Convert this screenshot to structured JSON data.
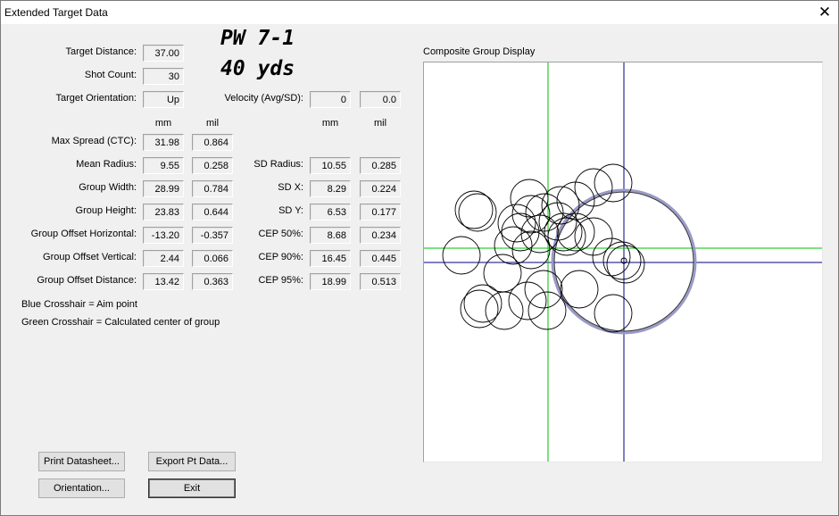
{
  "window": {
    "title": "Extended Target Data",
    "close_glyph": "✕"
  },
  "header": {
    "line1": "PW 7-1",
    "line2": "40 yds"
  },
  "top": {
    "target_distance": {
      "label": "Target Distance:",
      "value": "37.00"
    },
    "shot_count": {
      "label": "Shot Count:",
      "value": "30"
    },
    "target_orientation": {
      "label": "Target Orientation:",
      "value": "Up"
    },
    "velocity": {
      "label": "Velocity (Avg/SD):",
      "avg": "0",
      "sd": "0.0"
    }
  },
  "units": {
    "mm": "mm",
    "mil": "mil"
  },
  "left_stats": [
    {
      "label": "Max Spread (CTC):",
      "mm": "31.98",
      "mil": "0.864"
    },
    {
      "label": "Mean Radius:",
      "mm": "9.55",
      "mil": "0.258"
    },
    {
      "label": "Group Width:",
      "mm": "28.99",
      "mil": "0.784"
    },
    {
      "label": "Group Height:",
      "mm": "23.83",
      "mil": "0.644"
    },
    {
      "label": "Group Offset Horizontal:",
      "mm": "-13.20",
      "mil": "-0.357"
    },
    {
      "label": "Group Offset Vertical:",
      "mm": "2.44",
      "mil": "0.066"
    },
    {
      "label": "Group Offset Distance:",
      "mm": "13.42",
      "mil": "0.363"
    }
  ],
  "right_stats": [
    {
      "label": "SD Radius:",
      "mm": "10.55",
      "mil": "0.285"
    },
    {
      "label": "SD X:",
      "mm": "8.29",
      "mil": "0.224"
    },
    {
      "label": "SD Y:",
      "mm": "6.53",
      "mil": "0.177"
    },
    {
      "label": "CEP 50%:",
      "mm": "8.68",
      "mil": "0.234"
    },
    {
      "label": "CEP 90%:",
      "mm": "16.45",
      "mil": "0.445"
    },
    {
      "label": "CEP 95%:",
      "mm": "18.99",
      "mil": "0.513"
    }
  ],
  "legend": {
    "blue": "Blue Crosshair = Aim point",
    "green": "Green Crosshair = Calculated center of group"
  },
  "display": {
    "title": "Composite Group Display",
    "aim_color": "#000080",
    "center_color": "#00c000",
    "shot_color": "#000000",
    "radius_color": "#9a9ac8"
  },
  "buttons": {
    "print": "Print Datasheet...",
    "export": "Export Pt Data...",
    "orientation": "Orientation...",
    "exit": "Exit"
  }
}
